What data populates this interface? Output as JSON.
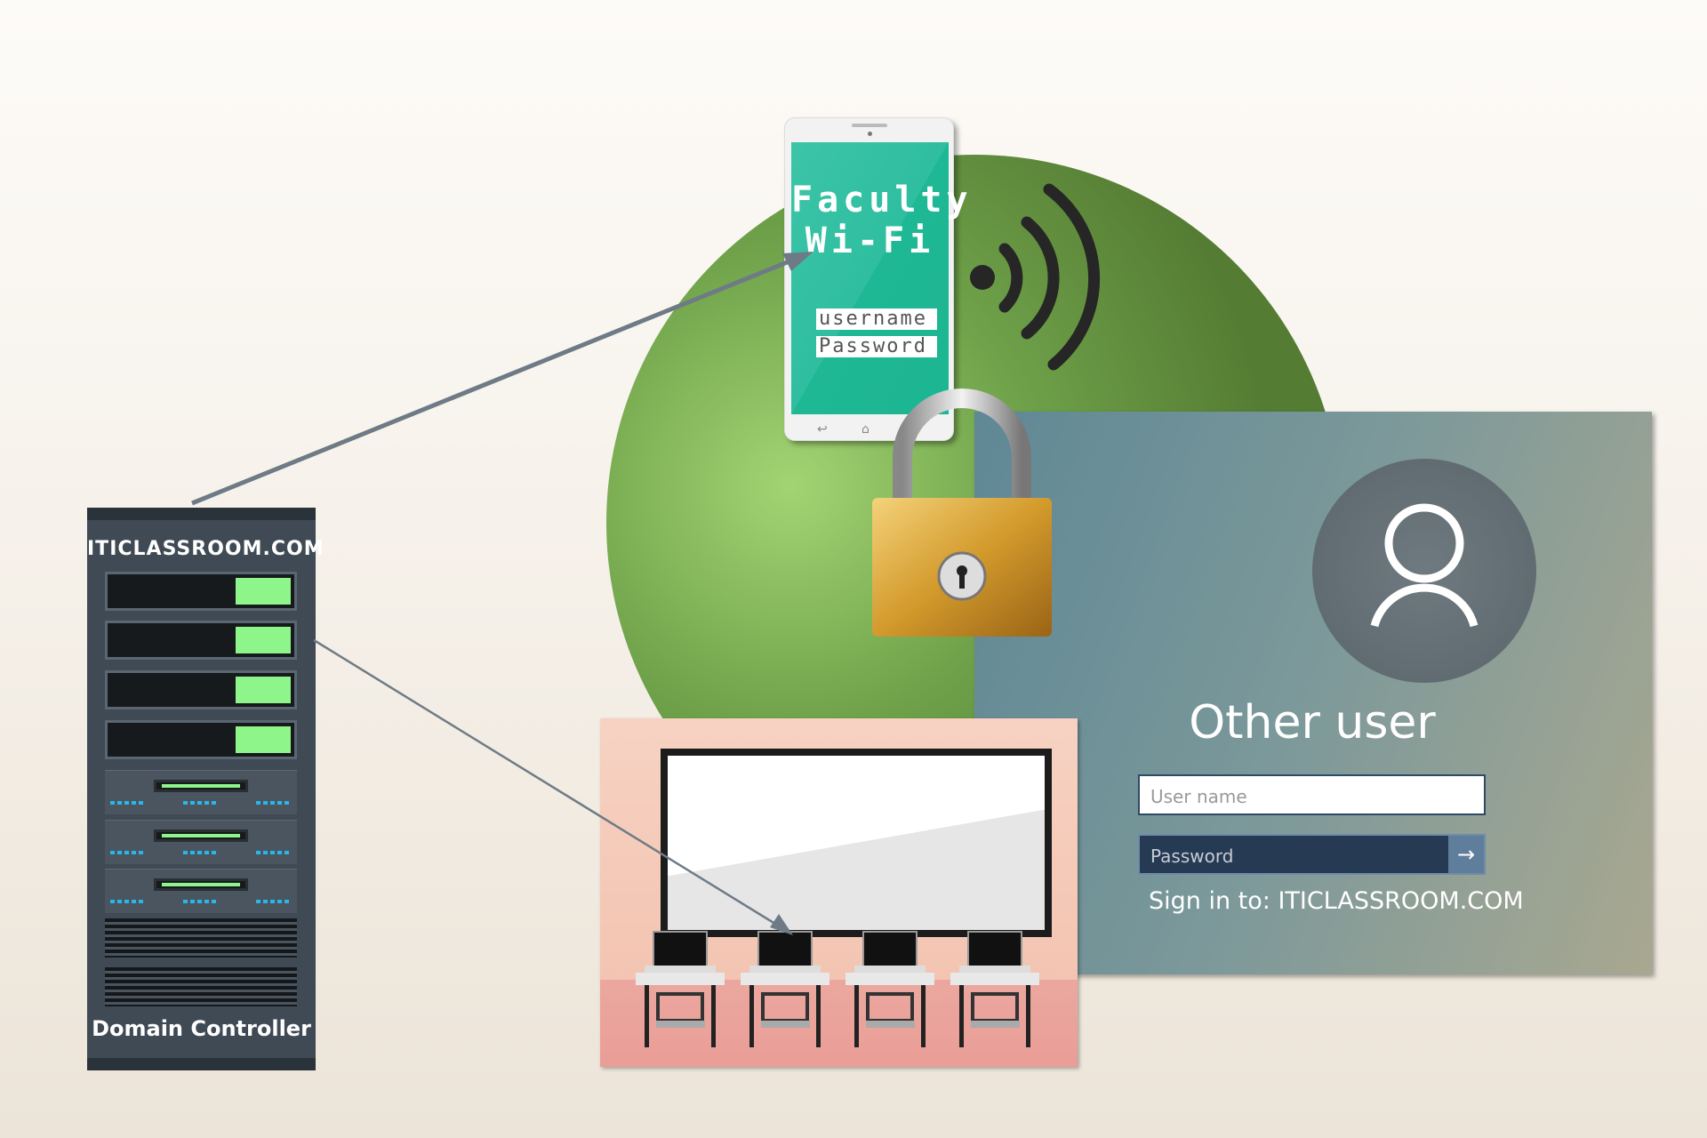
{
  "phone": {
    "title_line1": "Faculty",
    "title_line2": "Wi-Fi",
    "username_field": "username",
    "password_field": "Password"
  },
  "login": {
    "heading": "Other user",
    "username_placeholder": "User name",
    "password_placeholder": "Password",
    "submit_icon": "→",
    "sign_in_text": "Sign in to:  ITICLASSROOM.COM"
  },
  "server": {
    "top_label": "ITICLASSROOM.COM",
    "bottom_label": "Domain Controller"
  },
  "colors": {
    "circle": "#6fa24a",
    "phone_screen": "#2fbea0",
    "login_bg": "#7d999a",
    "server": "#3f4a55",
    "led": "#8ef58a"
  }
}
